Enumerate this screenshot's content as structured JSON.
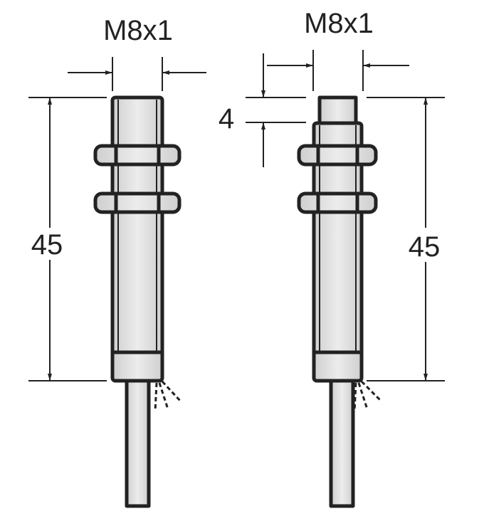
{
  "left_sensor": {
    "thread_label": "M8x1",
    "length_label": "45"
  },
  "right_sensor": {
    "thread_label": "M8x1",
    "length_label": "45",
    "tip_label": "4"
  },
  "colors": {
    "outline": "#222222",
    "body_fill": "#dcdcdc",
    "cable_fill": "#e2e2e2"
  }
}
